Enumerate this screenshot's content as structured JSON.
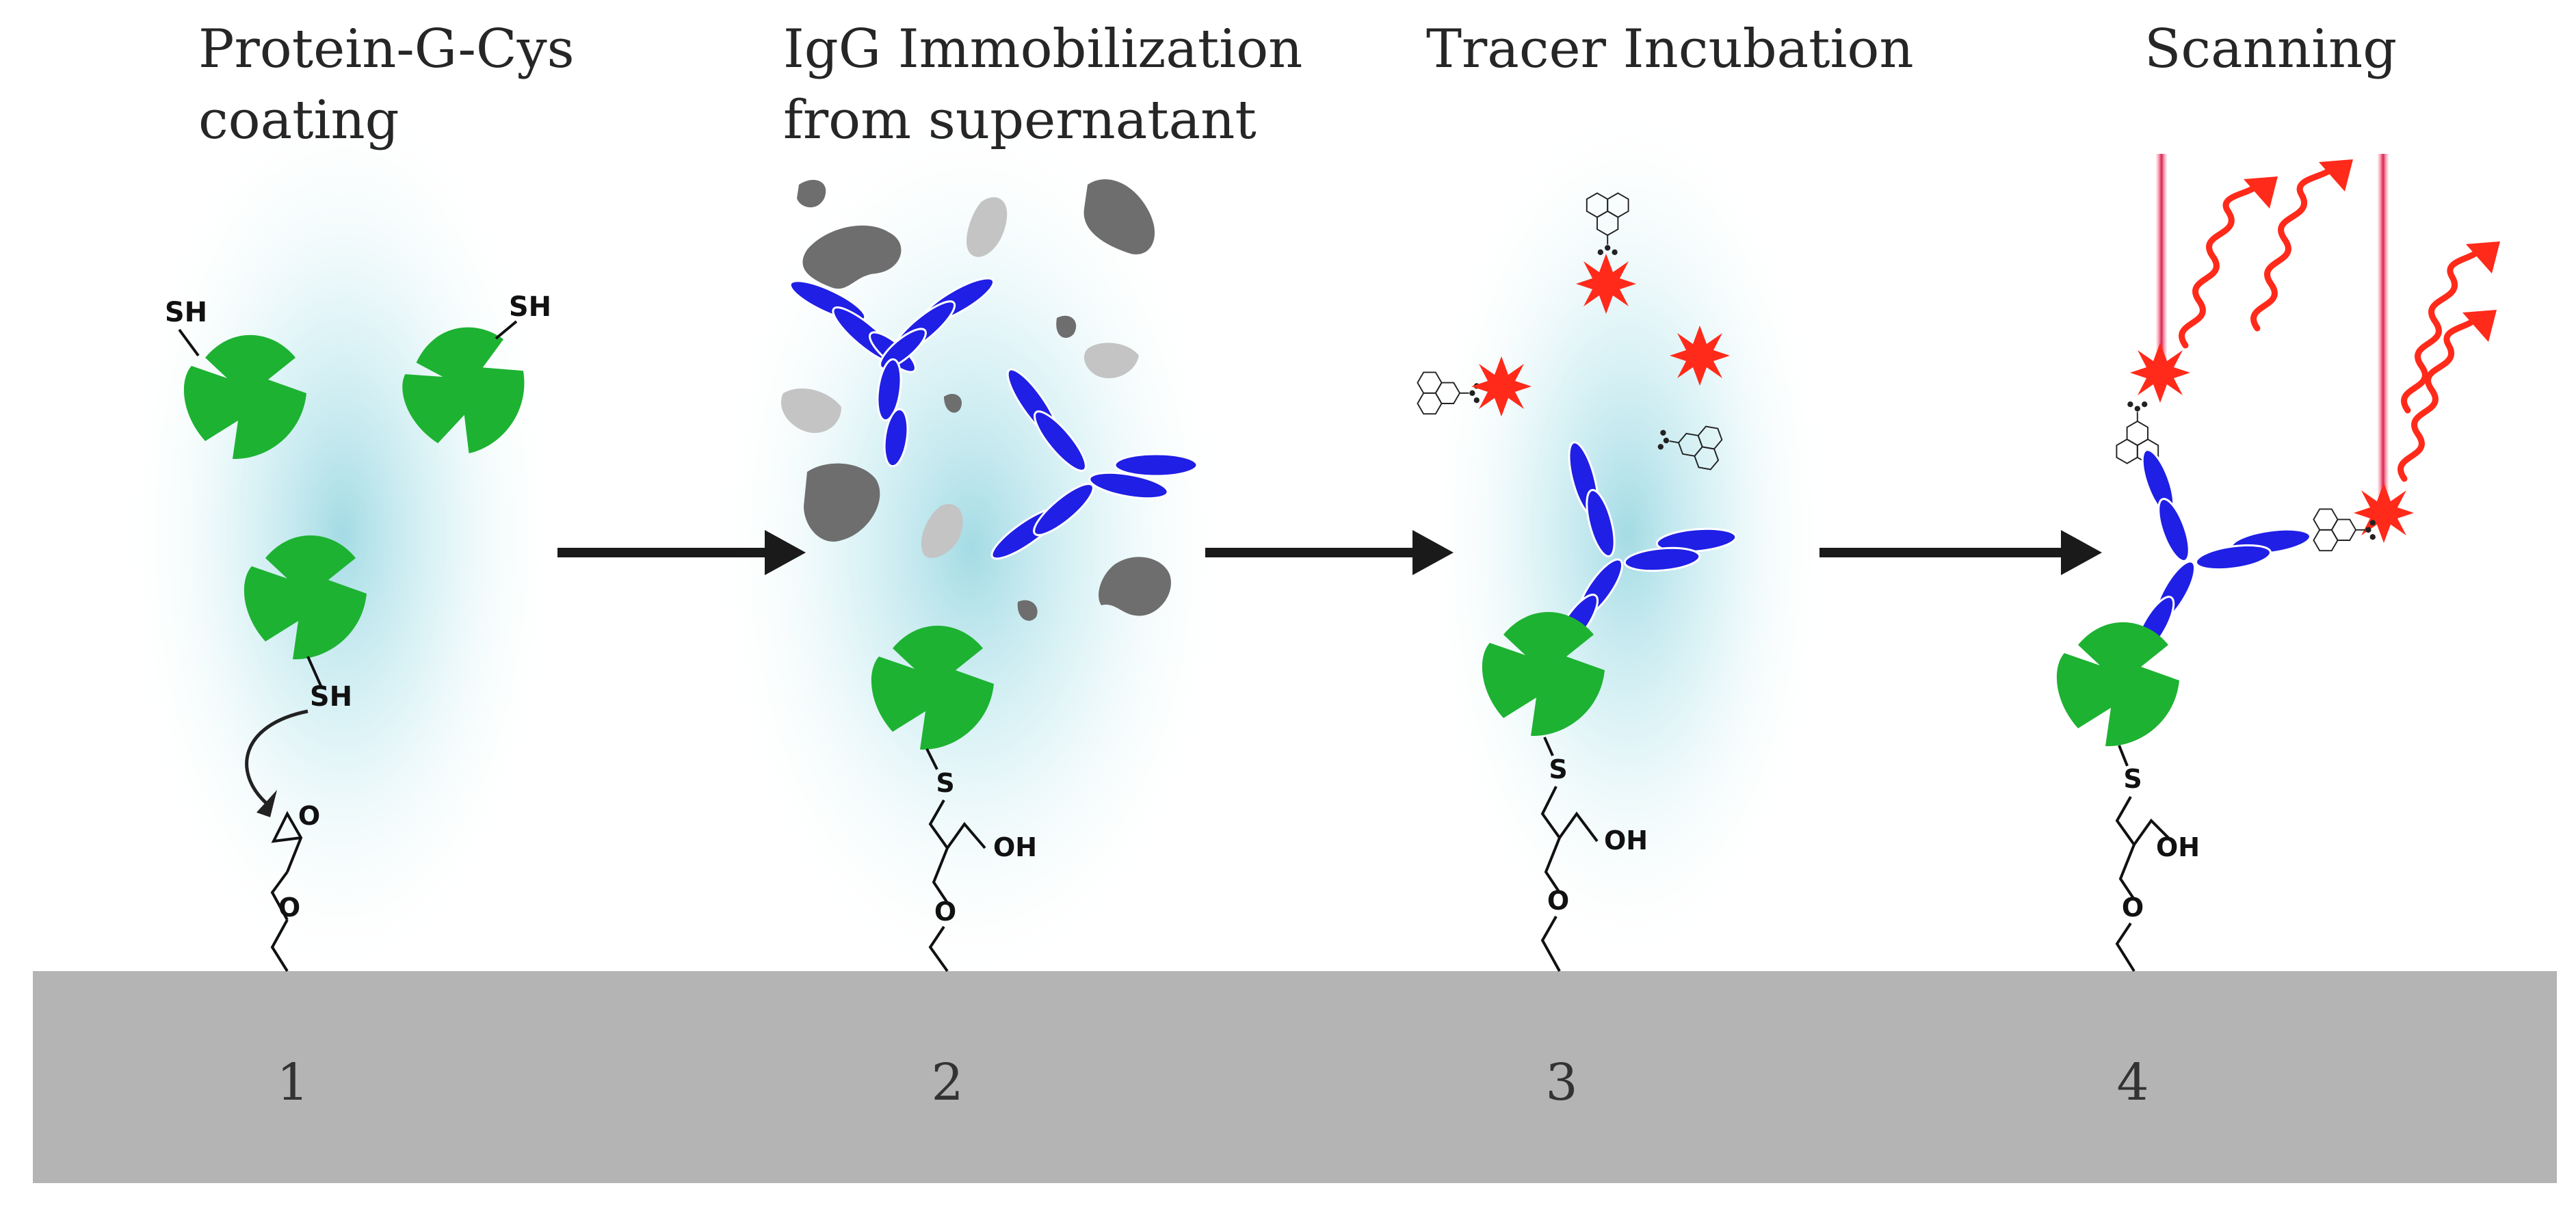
{
  "steps": [
    {
      "title_line1": "Protein-G-Cys",
      "title_line2": "coating",
      "number": "1"
    },
    {
      "title_line1": "IgG Immobilization",
      "title_line2": "from supernatant",
      "number": "2"
    },
    {
      "title_line1": "Tracer Incubation",
      "title_line2": "",
      "number": "3"
    },
    {
      "title_line1": "Scanning",
      "title_line2": "",
      "number": "4"
    }
  ],
  "chem": {
    "thiol": "SH",
    "sulfur": "S",
    "hydroxyl": "OH",
    "oxygen": "O"
  },
  "colors": {
    "protein_g": "#1db232",
    "antibody": "#1f1fe6",
    "tracer_star": "#ff2a1a",
    "laser": "#e8335a",
    "surface": "#b4b4b4",
    "glow": "#a8dde6",
    "debris_dark": "#6e6e6e",
    "debris_light": "#c4c4c4"
  }
}
